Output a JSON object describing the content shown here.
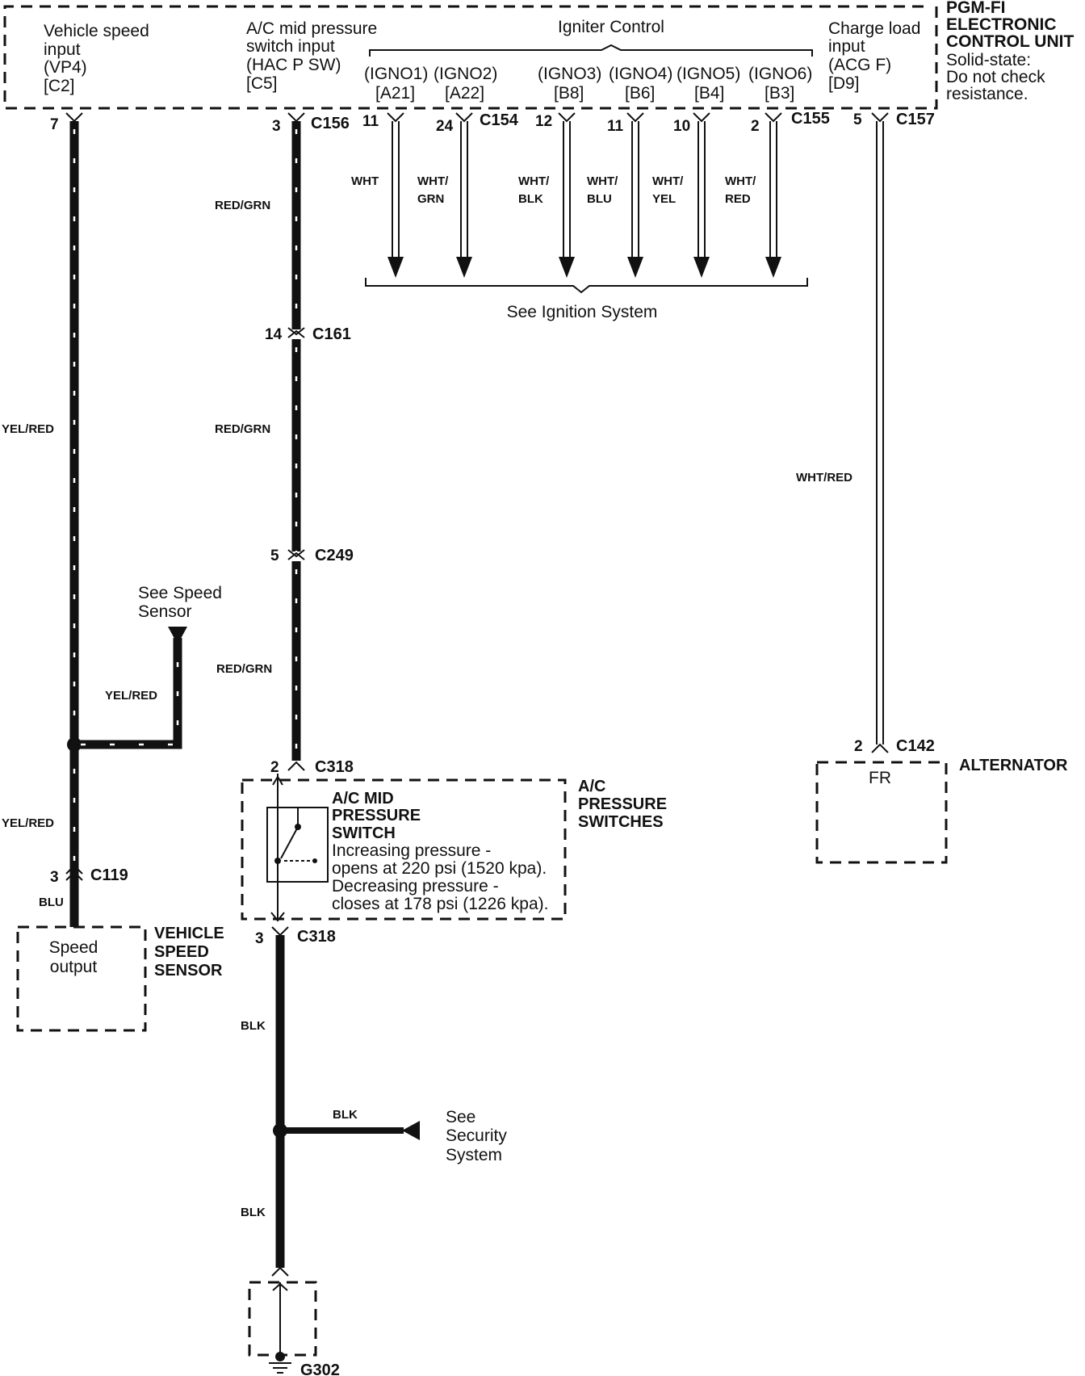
{
  "ecu": {
    "title": [
      "PGM-FI",
      "ELECTRONIC",
      "CONTROL UNIT"
    ],
    "note": [
      "Solid-state:",
      "Do not check",
      "resistance."
    ],
    "igniter_header": "Igniter Control",
    "inputs": {
      "vehicle_speed": [
        "Vehicle speed",
        "input",
        "(VP4)",
        "[C2]"
      ],
      "ac_mid": [
        "A/C mid pressure",
        "switch input",
        "(HAC P SW)",
        "[C5]"
      ],
      "charge_load": [
        "Charge load",
        "input",
        "(ACG F)",
        "[D9]"
      ]
    },
    "igniters": [
      {
        "name": "(IGNO1)",
        "term": "[A21]",
        "pin": "11",
        "wire": [
          "WHT"
        ]
      },
      {
        "name": "(IGNO2)",
        "term": "[A22]",
        "pin": "24",
        "wire": [
          "WHT/",
          "GRN"
        ]
      },
      {
        "name": "(IGNO3)",
        "term": "[B8]",
        "pin": "12",
        "wire": [
          "WHT/",
          "BLK"
        ]
      },
      {
        "name": "(IGNO4)",
        "term": "[B6]",
        "pin": "11",
        "wire": [
          "WHT/",
          "BLU"
        ]
      },
      {
        "name": "(IGNO5)",
        "term": "[B4]",
        "pin": "10",
        "wire": [
          "WHT/",
          "YEL"
        ]
      },
      {
        "name": "(IGNO6)",
        "term": "[B3]",
        "pin": "2",
        "wire": [
          "WHT/",
          "RED"
        ]
      }
    ],
    "see_ignition": "See Ignition System"
  },
  "connectors": {
    "c156": {
      "pin": "3",
      "name": "C156"
    },
    "c154": {
      "name": "C154"
    },
    "c155": {
      "name": "C155"
    },
    "c157": {
      "pin": "5",
      "name": "C157"
    },
    "vss_top": {
      "pin": "7"
    },
    "c161": {
      "pin": "14",
      "name": "C161"
    },
    "c249": {
      "pin": "5",
      "name": "C249"
    },
    "c318_top": {
      "pin": "2",
      "name": "C318"
    },
    "c318_bot": {
      "pin": "3",
      "name": "C318"
    },
    "c119": {
      "pin": "3",
      "name": "C119"
    },
    "c142": {
      "pin": "2",
      "name": "C142"
    },
    "g302": {
      "name": "G302"
    }
  },
  "wires": {
    "yel_red_1": "YEL/RED",
    "yel_red_2": "YEL/RED",
    "yel_red_branch": "YEL/RED",
    "blu": "BLU",
    "red_grn_1": "RED/GRN",
    "red_grn_2": "RED/GRN",
    "red_grn_3": "RED/GRN",
    "blk_1": "BLK",
    "blk_2": "BLK",
    "blk_branch": "BLK",
    "wht_red": "WHT/RED"
  },
  "references": {
    "speed_sensor": [
      "See Speed",
      "Sensor"
    ],
    "security": [
      "See",
      "Security",
      "System"
    ]
  },
  "components": {
    "vss": {
      "title": [
        "VEHICLE",
        "SPEED",
        "SENSOR"
      ],
      "inner": [
        "Speed",
        "output"
      ]
    },
    "ac_switches": {
      "title": [
        "A/C",
        "PRESSURE",
        "SWITCHES"
      ]
    },
    "ac_mid": {
      "title": [
        "A/C MID",
        "PRESSURE",
        "SWITCH"
      ],
      "desc": [
        "Increasing pressure -",
        "opens at 220 psi (1520 kpa).",
        "Decreasing pressure -",
        "closes at 178 psi (1226 kpa)."
      ]
    },
    "alternator": {
      "title": "ALTERNATOR",
      "inner": "FR"
    }
  }
}
